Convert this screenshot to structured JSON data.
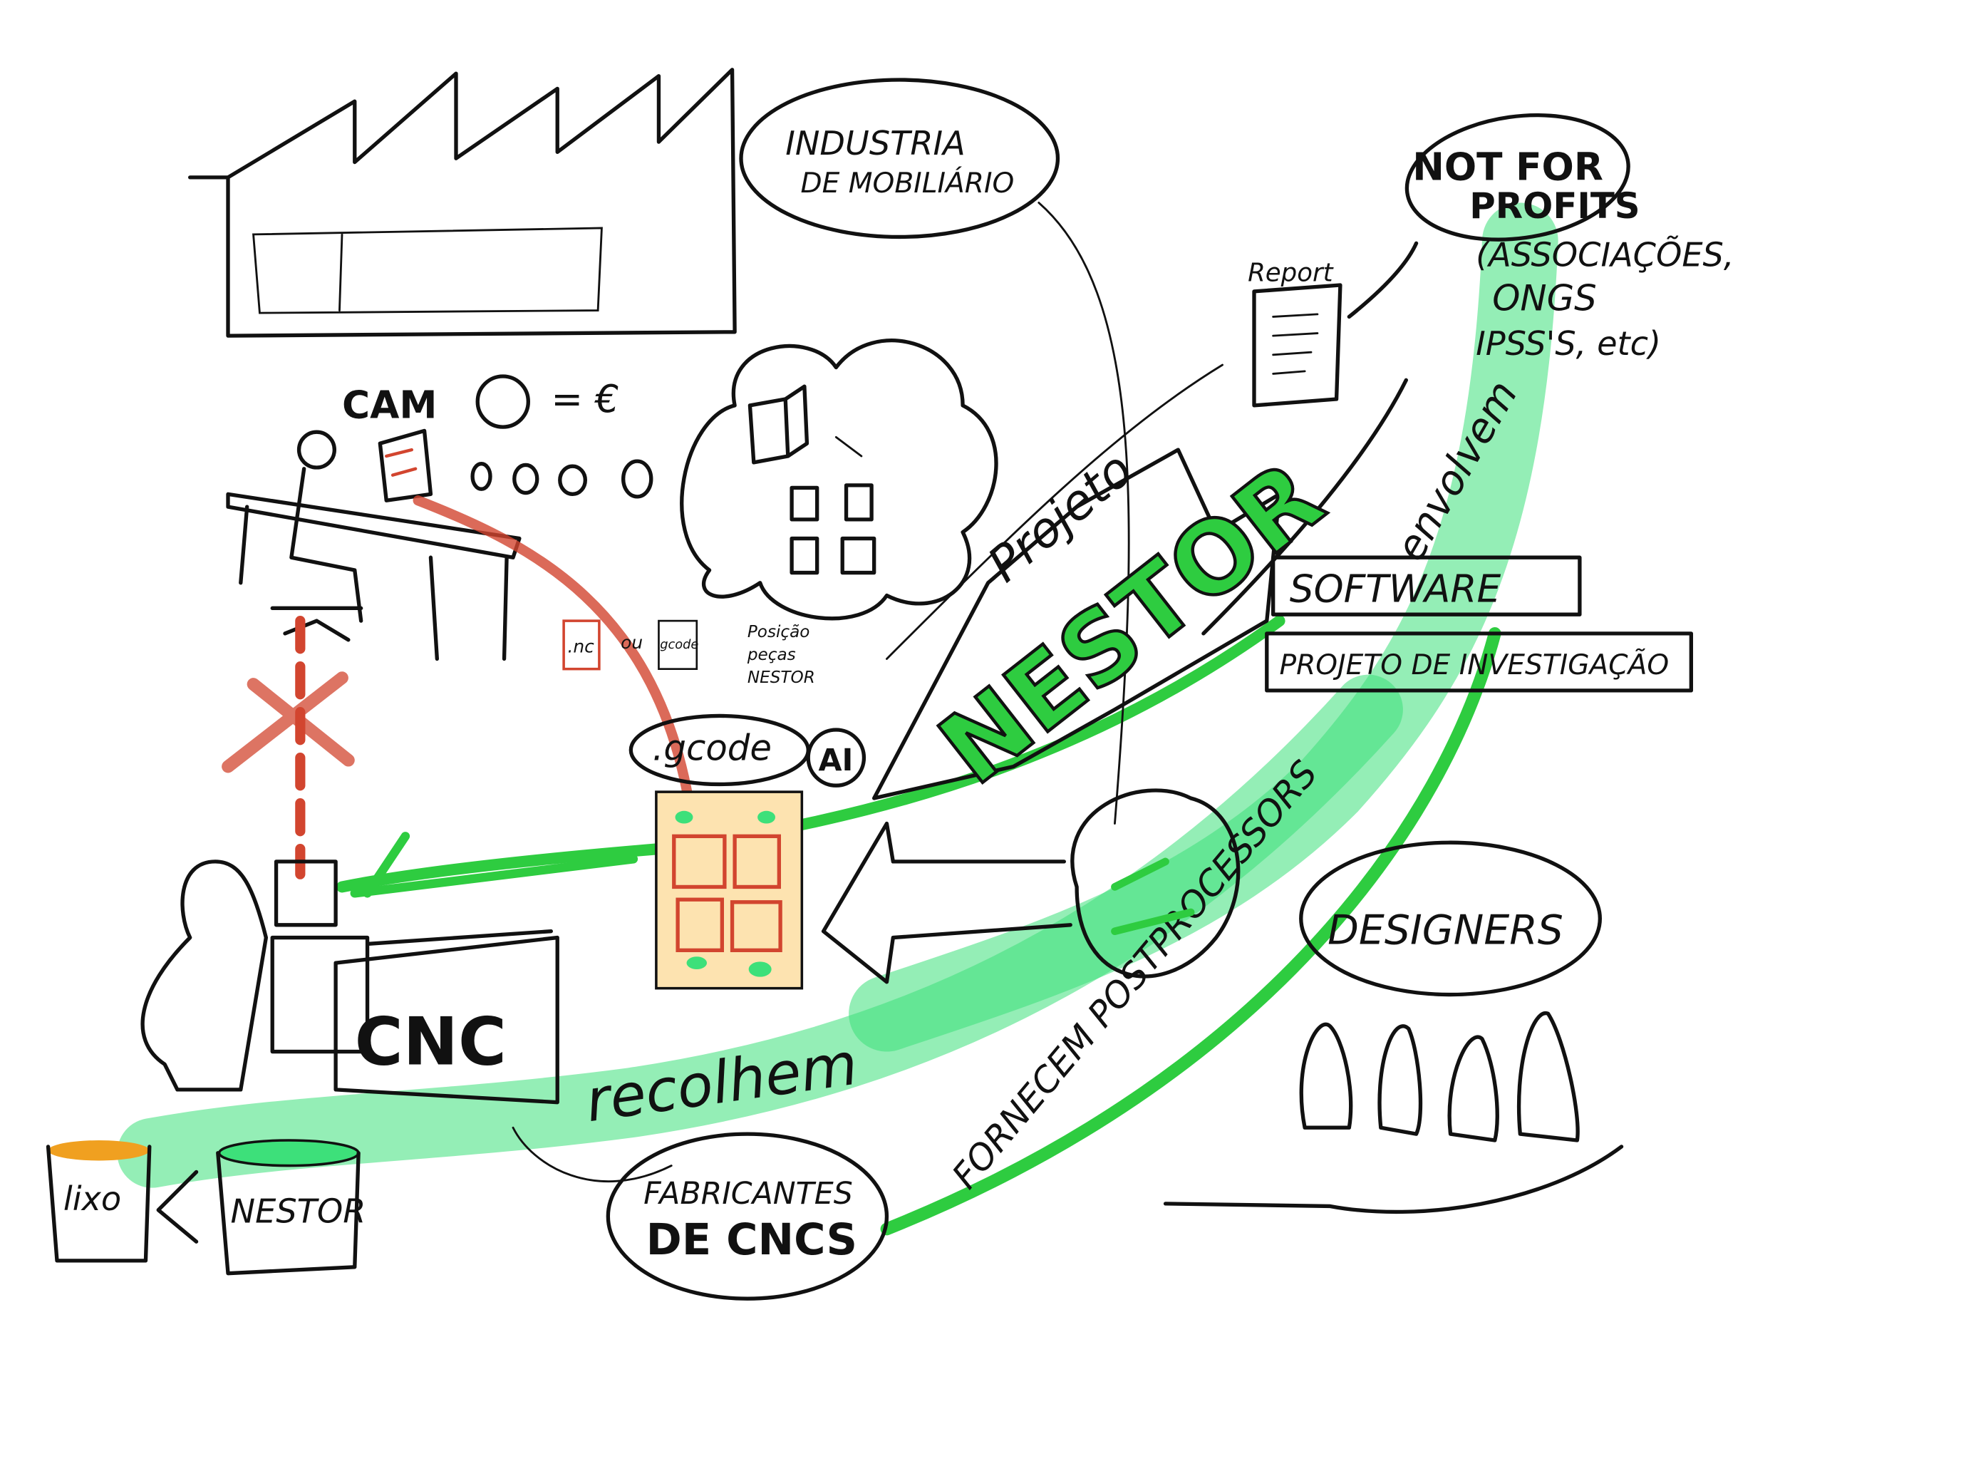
{
  "labels": {
    "industry": [
      "INDUSTRIA",
      "DE MOBILIÁRIO"
    ],
    "not_for_profits": [
      "NOT FOR",
      "PROFITS",
      "(ASSOCIAÇÕES,",
      "ONGS",
      "IPSS'S, etc)"
    ],
    "envolvem": "envolvem",
    "cam": "CAM",
    "cost": "= €",
    "report": "Report",
    "projeto": "Projeto",
    "nestor": "NESTOR",
    "software": "SOFTWARE",
    "projeto_investigacao": "PROJETO DE INVESTIGAÇÃO",
    "nc_file": ".nc",
    "ou": "ou",
    "gcode_file": "gcode",
    "gcode_bubble": ".gcode",
    "ai": "AI",
    "posicao": [
      "Posição",
      "peças",
      "NESTOR"
    ],
    "cnc": "CNC",
    "recolhem": "recolhem",
    "fabricantes": [
      "FABRICANTES",
      "DE CNCS"
    ],
    "fornecem": "FORNECEM POSTPROCESSORS",
    "designers": "DESIGNERS",
    "lixo": "lixo",
    "nestor_bin": "NESTOR"
  },
  "colors": {
    "ink": "#111111",
    "green": "#3de07a",
    "green_strong": "#2ecc40",
    "red": "#d2452f",
    "orange": "#f0a020"
  }
}
